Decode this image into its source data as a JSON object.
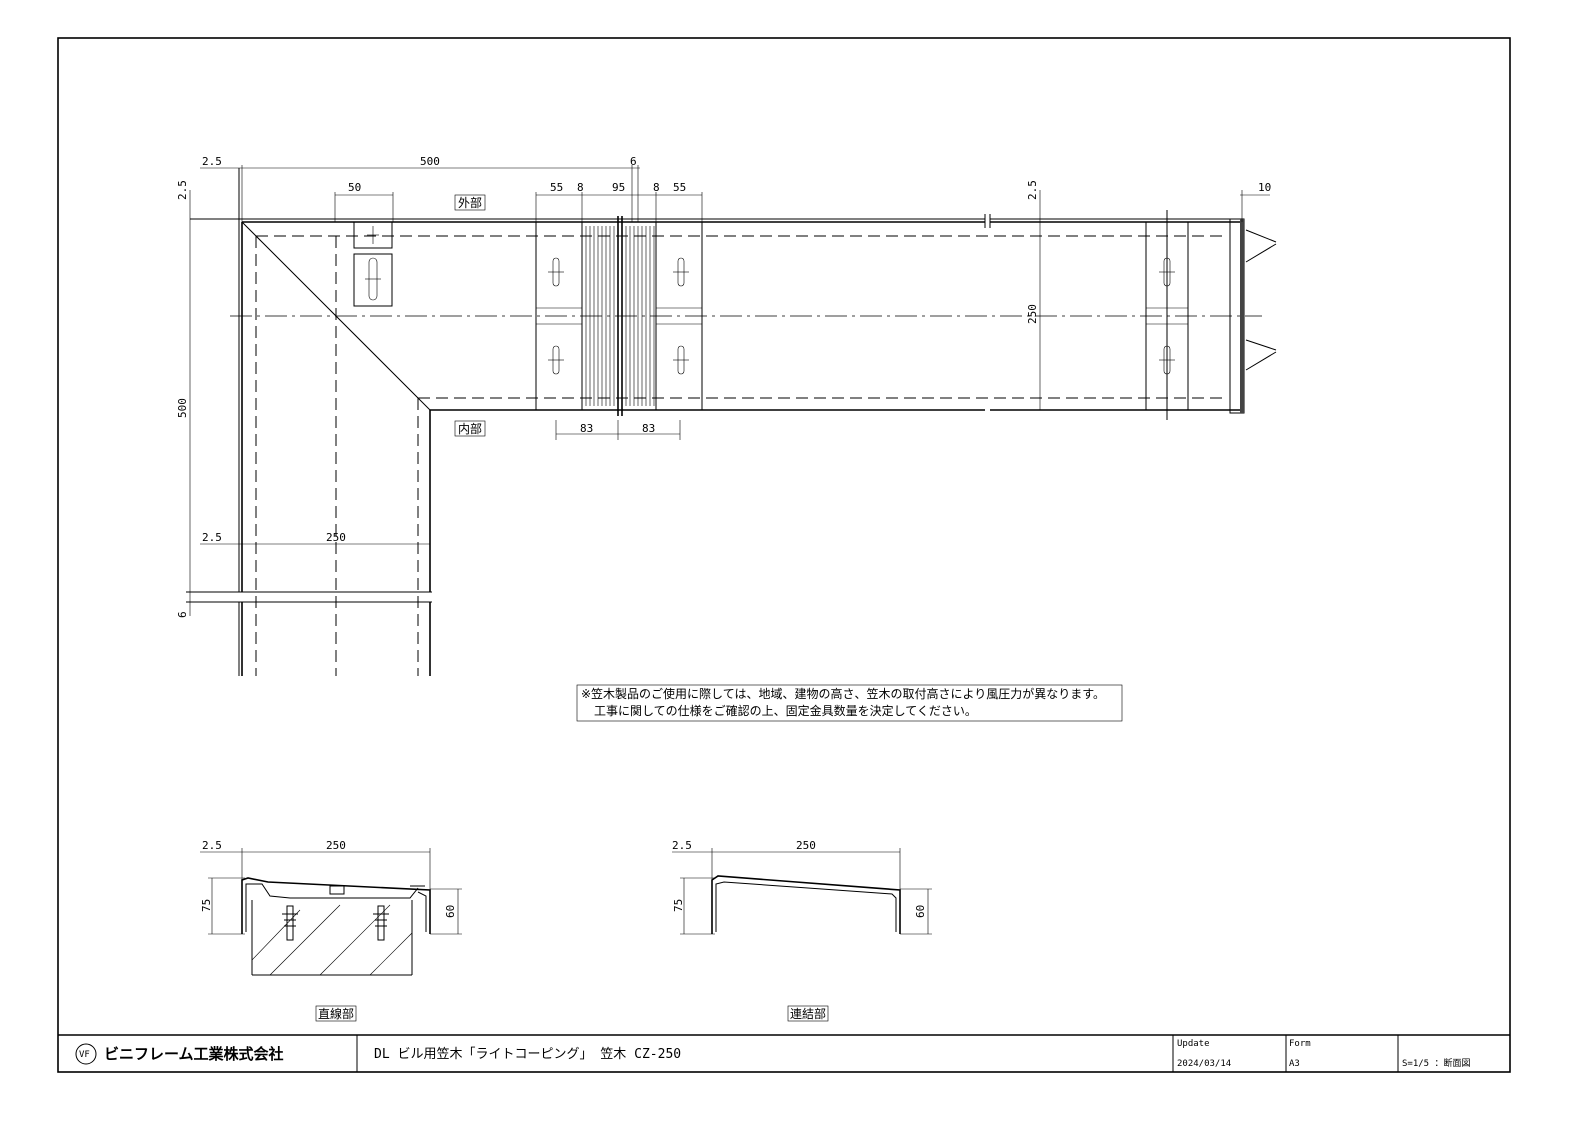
{
  "labels": {
    "outside": "外部",
    "inside": "内部",
    "straight": "直線部",
    "joint": "連結部"
  },
  "dimensions": {
    "top_2_5": "2.5",
    "top_500": "500",
    "top_6": "6",
    "left_2_5": "2.5",
    "d50": "50",
    "d55a": "55",
    "d8a": "8",
    "d95": "95",
    "d8b": "8",
    "d55b": "55",
    "right_2_5": "2.5",
    "d10": "10",
    "v250": "250",
    "v500": "500",
    "d83a": "83",
    "d83b": "83",
    "mid_2_5": "2.5",
    "mid_250": "250",
    "v6": "6",
    "sec1_2_5": "2.5",
    "sec1_250": "250",
    "sec1_75": "75",
    "sec1_60": "60",
    "sec2_2_5": "2.5",
    "sec2_250": "250",
    "sec2_75": "75",
    "sec2_60": "60"
  },
  "note": {
    "line1": "※笠木製品のご使用に際しては、地域、建物の高さ、笠木の取付高さにより風圧力が異なります。",
    "line2": "工事に関しての仕様をご確認の上、固定金具数量を決定してください。"
  },
  "title_block": {
    "company": "ビニフレーム工業株式会社",
    "logo_text": "VF",
    "title": "DL ビル用笠木「ライトコーピング」 笠木 CZ-250",
    "update_label": "Update",
    "update_value": "2024/03/14",
    "form_label": "Form",
    "form_value": "A3",
    "scale": "S=1/5 ：断面図"
  }
}
